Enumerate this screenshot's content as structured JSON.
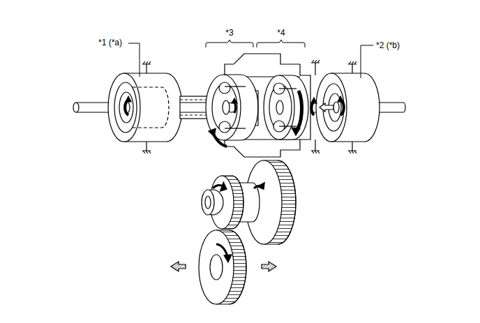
{
  "diagram": {
    "labels": [
      "*1 (*a)",
      "*2 (*b)",
      "*3",
      "*4"
    ]
  }
}
